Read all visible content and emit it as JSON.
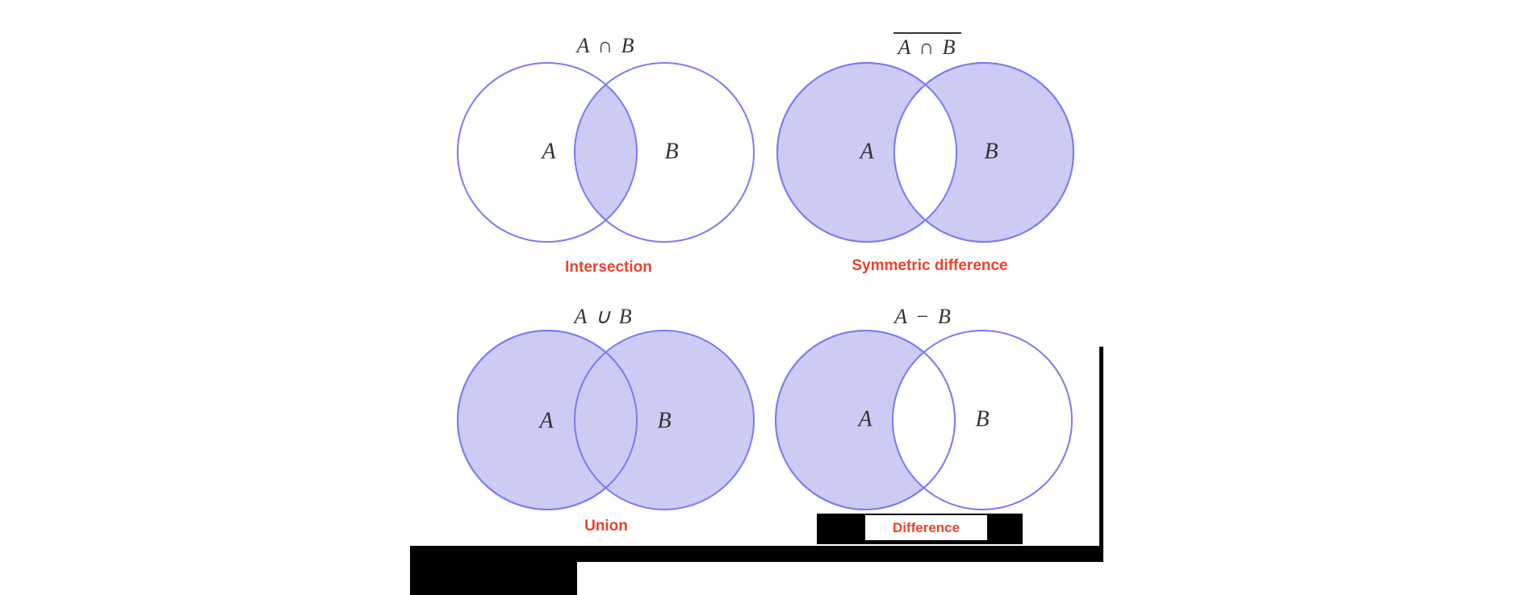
{
  "colors": {
    "circle_stroke": "#7b7bf0",
    "circle_fill": "#cbcbf4",
    "label_red": "#e8432c",
    "formula_color": "#333333",
    "redaction_black": "#000000"
  },
  "diagrams": [
    {
      "formula": "A ∩ B",
      "overline": false,
      "set_a": "A",
      "set_b": "B",
      "operation_label": "Intersection",
      "shading": "intersection"
    },
    {
      "formula": "A ∩ B",
      "overline": true,
      "set_a": "A",
      "set_b": "B",
      "operation_label": "Symmetric difference",
      "shading": "both-except-intersection"
    },
    {
      "formula": "A ∪ B",
      "overline": false,
      "set_a": "A",
      "set_b": "B",
      "operation_label": "Union",
      "shading": "both"
    },
    {
      "formula": "A − B",
      "overline": false,
      "set_a": "A",
      "set_b": "B",
      "operation_label": "Difference",
      "shading": "a-only"
    }
  ]
}
